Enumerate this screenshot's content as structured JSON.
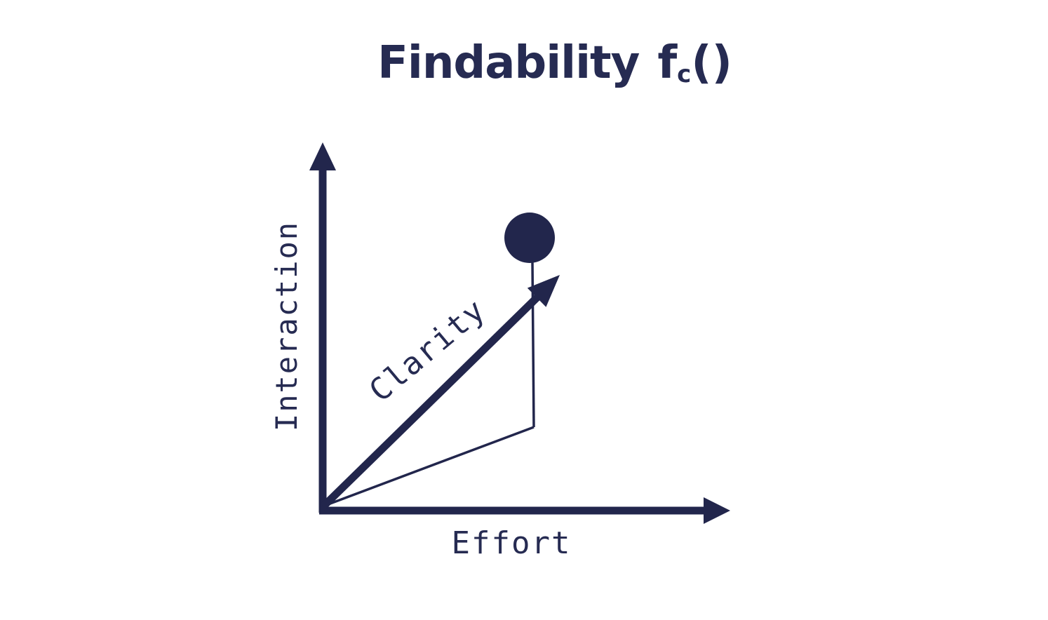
{
  "title": {
    "text": "Findability",
    "function_symbol": "f",
    "function_subscript": "c",
    "function_parens": "()"
  },
  "axes": {
    "y_label": "Interaction",
    "x_label": "Effort"
  },
  "vector_label": "Clarity",
  "colors": {
    "ink": "#22264c",
    "text": "#262b52",
    "background": "#ffffff"
  }
}
